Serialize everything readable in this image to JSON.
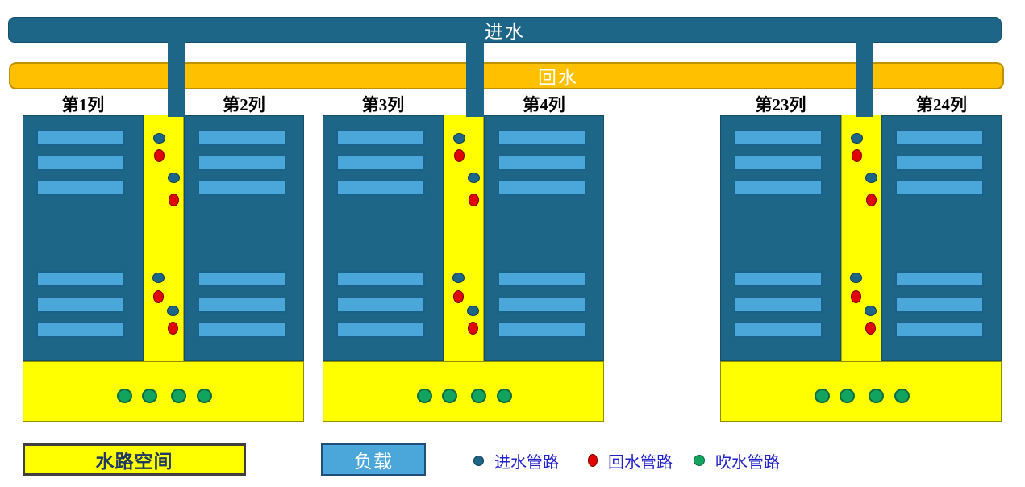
{
  "pipes": {
    "inlet_label": "进水",
    "return_label": "回水"
  },
  "groups": [
    {
      "left_label": "第1列",
      "right_label": "第2列"
    },
    {
      "left_label": "第3列",
      "right_label": "第4列"
    },
    {
      "left_label": "第23列",
      "right_label": "第24列"
    }
  ],
  "legend": {
    "water_space_label": "水路空间",
    "load_label": "负载",
    "items": [
      {
        "icon": "inlet-pipe-dot",
        "label": "进水管路",
        "color": "#1E6688"
      },
      {
        "icon": "return-pipe-dot",
        "label": "回水管路",
        "color": "#E00404"
      },
      {
        "icon": "blow-pipe-dot",
        "label": "吹水管路",
        "color": "#12A35F"
      }
    ]
  },
  "colors": {
    "pipe_teal": "#1E6688",
    "return_orange": "#FFC000",
    "water_space_yellow": "#FFFF00",
    "load_blue": "#4BA6DA",
    "inlet_dot": "#1E6688",
    "return_dot": "#E00404",
    "blow_dot": "#12A35F",
    "legend_text": "#2121CC"
  }
}
